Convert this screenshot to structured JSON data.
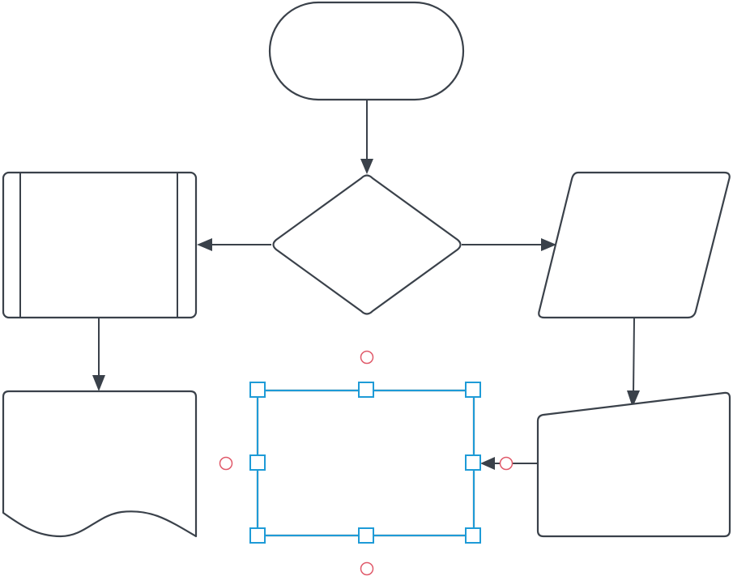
{
  "diagram": {
    "type": "flowchart",
    "colors": {
      "stroke": "#3a414a",
      "selection": "#1e9bd7",
      "connection_point": "#e05a6a",
      "background": "#ffffff"
    },
    "shapes": [
      {
        "id": "terminator",
        "kind": "terminator",
        "label": ""
      },
      {
        "id": "decision",
        "kind": "decision",
        "label": ""
      },
      {
        "id": "predefined-process",
        "kind": "predefined-process",
        "label": ""
      },
      {
        "id": "data",
        "kind": "data",
        "label": ""
      },
      {
        "id": "document",
        "kind": "document",
        "label": ""
      },
      {
        "id": "manual-input",
        "kind": "manual-input",
        "label": ""
      },
      {
        "id": "process",
        "kind": "process",
        "label": "",
        "selected": true
      }
    ],
    "edges": [
      {
        "from": "terminator",
        "to": "decision"
      },
      {
        "from": "decision",
        "to": "predefined-process"
      },
      {
        "from": "decision",
        "to": "data"
      },
      {
        "from": "predefined-process",
        "to": "document"
      },
      {
        "from": "data",
        "to": "manual-input"
      },
      {
        "from": "manual-input",
        "to": "process"
      }
    ]
  }
}
